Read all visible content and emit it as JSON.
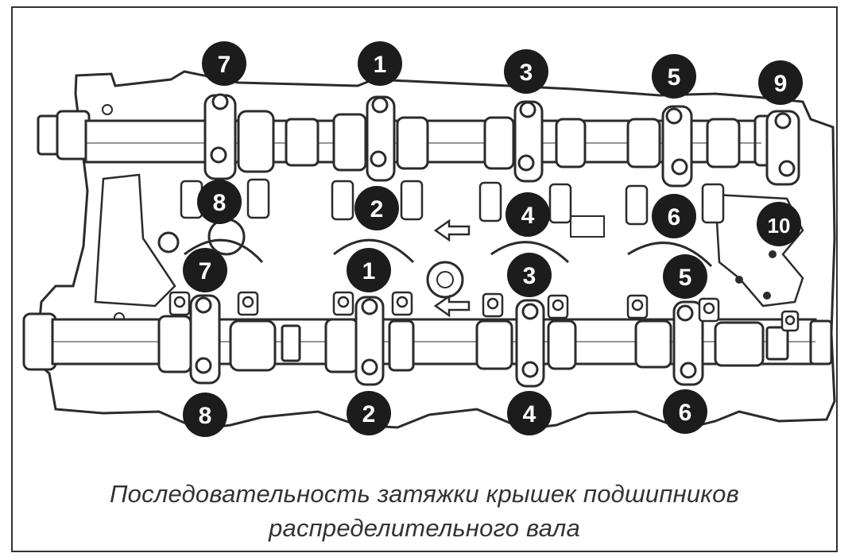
{
  "colors": {
    "ink": "#2b2b2b",
    "badge_fill": "#1c1c1c",
    "badge_text": "#ffffff",
    "paper": "#ffffff",
    "metal": "#e4e4e4"
  },
  "caption": {
    "line1": "Последовательность затяжки крышек подшипников",
    "line2": "распределительного вала"
  },
  "sequence_markers": {
    "upper_camshaft_top": [
      "7",
      "1",
      "3",
      "5",
      "9"
    ],
    "upper_camshaft_bottom": [
      "8",
      "2",
      "4",
      "6",
      "10"
    ],
    "lower_camshaft_top": [
      "7",
      "1",
      "3",
      "5"
    ],
    "lower_camshaft_bottom": [
      "8",
      "2",
      "4",
      "6"
    ]
  },
  "icons": {
    "direction_arrow": "arrow-left-icon"
  }
}
